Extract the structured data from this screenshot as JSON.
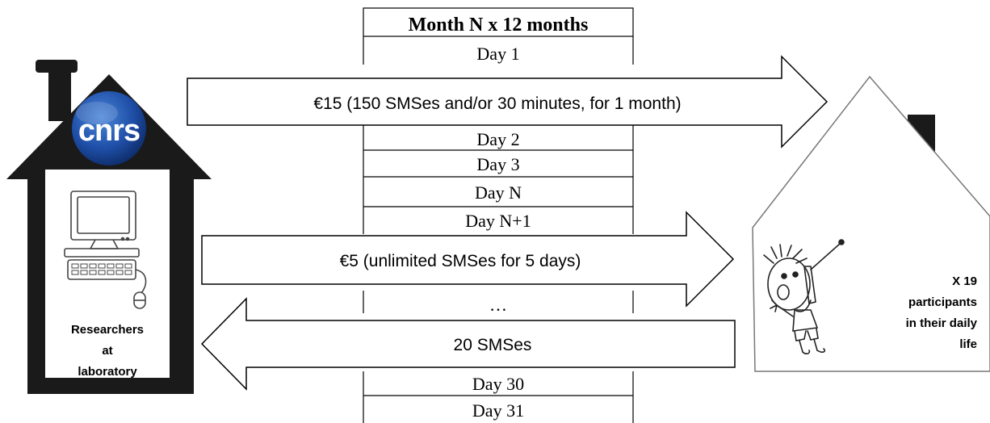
{
  "calendar": {
    "header": "Month N  x  12 months",
    "days": [
      "Day 1",
      "Day 2",
      "Day 3",
      "Day N",
      "Day N+1",
      "…",
      "Day 30",
      "Day 31"
    ]
  },
  "arrows": {
    "top": "€15 (150 SMSes and/or 30 minutes, for 1 month)",
    "middle": "€5 (unlimited SMSes for 5 days)",
    "bottom": "20 SMSes"
  },
  "left_house": {
    "logo": "CNRS",
    "label_lines": [
      "Researchers",
      "at",
      "laboratory"
    ]
  },
  "right_house": {
    "label_lines": [
      "X 19",
      "participants",
      "in their daily",
      "life"
    ]
  },
  "colors": {
    "dark_house": "#1a1a1a",
    "logo_blue": "#1f4fa8",
    "outline": "#000000"
  }
}
